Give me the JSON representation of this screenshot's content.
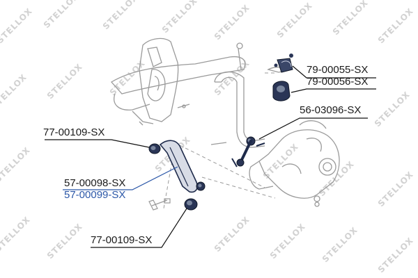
{
  "watermark": {
    "brand": "STELLOX"
  },
  "labels": {
    "l1": "79-00055-SX",
    "l2": "79-00056-SX",
    "l3": "56-03096-SX",
    "l4": "77-00109-SX",
    "l5": "57-00098-SX",
    "l6": "57-00099-SX",
    "l7": "77-00109-SX"
  },
  "colors": {
    "line": "#111111",
    "highlight": "#2b57a8",
    "outline": "#9a9a9a",
    "part": "#1e2a4a",
    "part_light": "#7a869e",
    "watermark": "#d2d2d2"
  }
}
